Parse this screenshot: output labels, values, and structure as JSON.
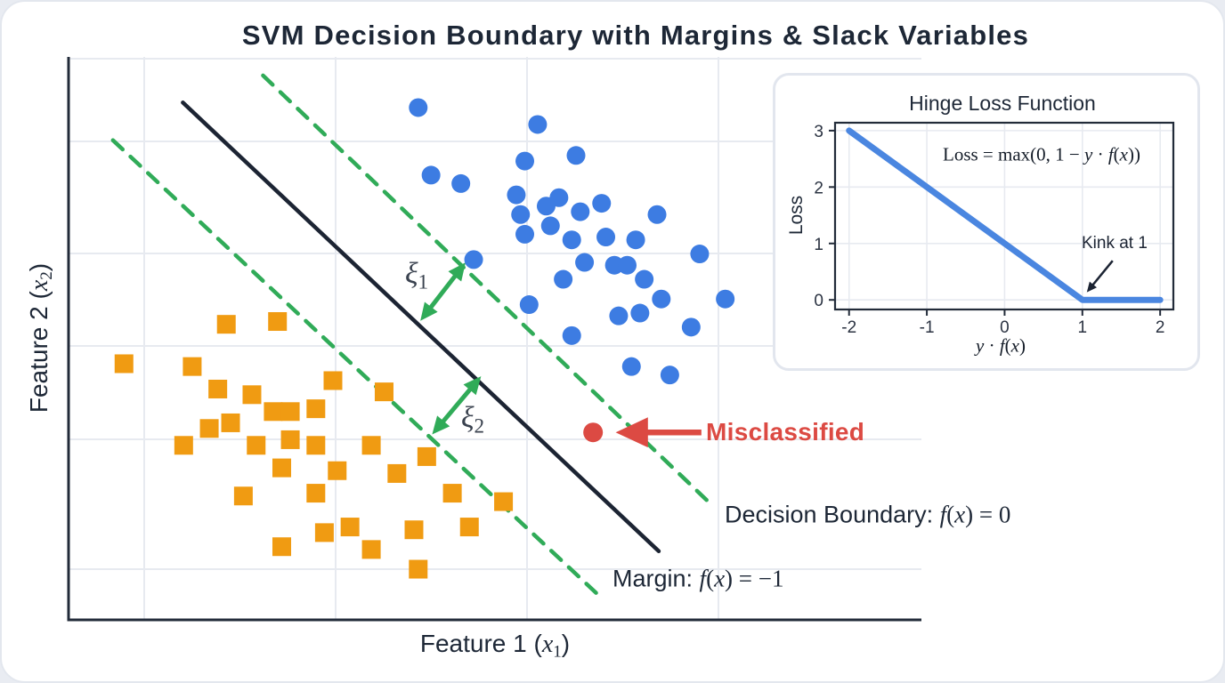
{
  "title": "SVM Decision Boundary with Margins & Slack Variables",
  "colors": {
    "class_positive": "#3d7ce2",
    "class_negative": "#f09b12",
    "misclassified": "#dc4a43",
    "decision_boundary": "#1c2433",
    "margin": "#30ab58",
    "hinge_line": "#4a86e0",
    "grid": "#e7eaf0",
    "text": "#1d2736"
  },
  "labels": {
    "xlabel_segments": [
      {
        "t": "Feature 1 (",
        "c": ""
      },
      {
        "t": "x",
        "c": "mi"
      },
      {
        "t": "1",
        "c": "sub"
      },
      {
        "t": ")",
        "c": ""
      }
    ],
    "ylabel_segments": [
      {
        "t": "Feature 2 (",
        "c": ""
      },
      {
        "t": "x",
        "c": "mi"
      },
      {
        "t": "2",
        "c": "sub"
      },
      {
        "t": ")",
        "c": ""
      }
    ],
    "xi1_segments": [
      {
        "t": "ξ",
        "c": "mi"
      },
      {
        "t": "1",
        "c": "sub"
      }
    ],
    "xi2_segments": [
      {
        "t": "ξ",
        "c": "mi"
      },
      {
        "t": "2",
        "c": "sub"
      }
    ],
    "misclassified": "Misclassified",
    "decision_segments": [
      {
        "t": "Decision Boundary: ",
        "c": ""
      },
      {
        "t": "f",
        "c": "mi"
      },
      {
        "t": "(",
        "c": "sr"
      },
      {
        "t": "x",
        "c": "mi"
      },
      {
        "t": ") = 0",
        "c": "sr"
      }
    ],
    "margin_segments": [
      {
        "t": "Margin: ",
        "c": ""
      },
      {
        "t": "f",
        "c": "mi"
      },
      {
        "t": "(",
        "c": "sr"
      },
      {
        "t": "x",
        "c": "mi"
      },
      {
        "t": ") = −1",
        "c": "sr"
      }
    ]
  },
  "inset": {
    "title": "Hinge Loss Function",
    "ylabel": "Loss",
    "kink_annotation": "Kink at 1",
    "equation_segments": [
      {
        "t": "Loss = max(0, 1 − ",
        "c": "sr"
      },
      {
        "t": "y",
        "c": "mi"
      },
      {
        "t": " · ",
        "c": "sr"
      },
      {
        "t": "f",
        "c": "mi"
      },
      {
        "t": "(",
        "c": "sr"
      },
      {
        "t": "x",
        "c": "mi"
      },
      {
        "t": "))",
        "c": "sr"
      }
    ],
    "xlabel_segments": [
      {
        "t": "y",
        "c": "mi"
      },
      {
        "t": " · ",
        "c": "sr"
      },
      {
        "t": "f",
        "c": "mi"
      },
      {
        "t": "(",
        "c": "sr"
      },
      {
        "t": "x",
        "c": "mi"
      },
      {
        "t": ")",
        "c": "sr"
      }
    ]
  },
  "chart_data": [
    {
      "type": "scatter",
      "title": "SVM Decision Boundary with Margins & Slack Variables",
      "xlabel": "Feature 1 (x1)",
      "ylabel": "Feature 2 (x2)",
      "xlim": [
        0,
        10
      ],
      "ylim": [
        0,
        10
      ],
      "grid": true,
      "series": [
        {
          "name": "class-plus-one",
          "marker": "circle",
          "color": "#3d7ce2",
          "points": [
            [
              4.1,
              9.1
            ],
            [
              5.5,
              8.8
            ],
            [
              5.95,
              8.25
            ],
            [
              5.35,
              8.15
            ],
            [
              4.25,
              7.9
            ],
            [
              4.6,
              7.75
            ],
            [
              5.25,
              7.55
            ],
            [
              5.75,
              7.5
            ],
            [
              5.6,
              7.35
            ],
            [
              6.0,
              7.25
            ],
            [
              6.25,
              7.4
            ],
            [
              5.3,
              7.2
            ],
            [
              6.9,
              7.2
            ],
            [
              5.65,
              7.0
            ],
            [
              5.35,
              6.85
            ],
            [
              5.9,
              6.75
            ],
            [
              6.3,
              6.8
            ],
            [
              6.65,
              6.75
            ],
            [
              7.4,
              6.5
            ],
            [
              4.75,
              6.4
            ],
            [
              6.05,
              6.35
            ],
            [
              5.8,
              6.05
            ],
            [
              6.4,
              6.3
            ],
            [
              6.55,
              6.3
            ],
            [
              6.75,
              6.05
            ],
            [
              6.95,
              5.7
            ],
            [
              7.7,
              5.7
            ],
            [
              5.4,
              5.6
            ],
            [
              6.45,
              5.4
            ],
            [
              6.7,
              5.45
            ],
            [
              7.3,
              5.2
            ],
            [
              5.9,
              5.05
            ],
            [
              6.6,
              4.5
            ],
            [
              7.05,
              4.35
            ]
          ]
        },
        {
          "name": "class-minus-one",
          "marker": "square",
          "color": "#f09b12",
          "points": [
            [
              1.85,
              5.25
            ],
            [
              2.45,
              5.3
            ],
            [
              0.65,
              4.55
            ],
            [
              1.45,
              4.5
            ],
            [
              1.75,
              4.1
            ],
            [
              2.15,
              4.0
            ],
            [
              2.4,
              3.7
            ],
            [
              2.6,
              3.7
            ],
            [
              2.9,
              3.75
            ],
            [
              3.1,
              4.25
            ],
            [
              3.7,
              4.05
            ],
            [
              1.65,
              3.4
            ],
            [
              1.35,
              3.1
            ],
            [
              1.9,
              3.5
            ],
            [
              2.2,
              3.1
            ],
            [
              2.6,
              3.2
            ],
            [
              2.9,
              3.1
            ],
            [
              3.15,
              2.65
            ],
            [
              2.5,
              2.7
            ],
            [
              3.55,
              3.1
            ],
            [
              4.2,
              2.9
            ],
            [
              3.85,
              2.6
            ],
            [
              2.05,
              2.2
            ],
            [
              2.9,
              2.25
            ],
            [
              3.3,
              1.65
            ],
            [
              3.0,
              1.55
            ],
            [
              3.55,
              1.25
            ],
            [
              2.5,
              1.3
            ],
            [
              4.05,
              1.6
            ],
            [
              4.5,
              2.25
            ],
            [
              4.7,
              1.65
            ],
            [
              5.1,
              2.1
            ],
            [
              4.1,
              0.9
            ]
          ]
        },
        {
          "name": "misclassified-point",
          "marker": "circle",
          "color": "#dc4a43",
          "points": [
            [
              6.15,
              3.33
            ]
          ]
        }
      ],
      "lines": [
        {
          "name": "decision-boundary",
          "style": "solid",
          "color": "#1c2433",
          "from": [
            1.34,
            9.19
          ],
          "to": [
            6.92,
            1.22
          ]
        },
        {
          "name": "margin-upper",
          "style": "dashed",
          "color": "#30ab58",
          "from": [
            2.28,
            9.67
          ],
          "to": [
            7.57,
            2.0
          ]
        },
        {
          "name": "margin-lower",
          "style": "dashed",
          "color": "#30ab58",
          "from": [
            0.52,
            8.52
          ],
          "to": [
            6.27,
            0.36
          ]
        }
      ],
      "arrows": [
        {
          "name": "slack-xi1-arrow",
          "color": "#30ab58",
          "double": true,
          "from": [
            4.16,
            5.38
          ],
          "to": [
            4.62,
            6.28
          ]
        },
        {
          "name": "slack-xi2-arrow",
          "color": "#30ab58",
          "double": true,
          "from": [
            4.8,
            4.26
          ],
          "to": [
            4.3,
            3.36
          ]
        },
        {
          "name": "misclassified-arrow",
          "color": "#dc4a43",
          "double": false,
          "from": [
            7.42,
            3.33
          ],
          "to": [
            6.52,
            3.33
          ]
        }
      ],
      "annotations": [
        {
          "text": "ξ1",
          "x": 4.08,
          "y": 6.12
        },
        {
          "text": "ξ2",
          "x": 4.74,
          "y": 3.52
        },
        {
          "text": "Misclassified",
          "x": 7.48,
          "y": 3.33
        },
        {
          "text": "Decision Boundary: f(x) = 0",
          "x": 7.69,
          "y": 1.86
        },
        {
          "text": "Margin: f(x) = −1",
          "x": 6.38,
          "y": 0.73
        }
      ]
    },
    {
      "type": "line",
      "title": "Hinge Loss Function",
      "xlabel": "y · f(x)",
      "ylabel": "Loss",
      "x": [
        -2,
        1,
        2
      ],
      "y": [
        3,
        0,
        0
      ],
      "xticks": [
        -2,
        -1,
        0,
        1,
        2
      ],
      "yticks": [
        0,
        1,
        2,
        3
      ],
      "xlim": [
        -2.18,
        2.17
      ],
      "ylim": [
        -0.17,
        3.14
      ],
      "color": "#4a86e0",
      "equation": "Loss = max(0, 1 − y · f(x))",
      "annotation": "Kink at 1",
      "annotation_xy": [
        1,
        0
      ]
    }
  ]
}
